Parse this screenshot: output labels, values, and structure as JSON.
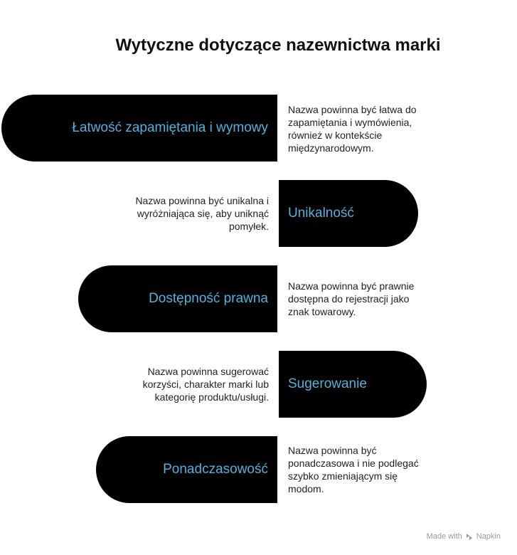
{
  "title": "Wytyczne dotyczące nazewnictwa marki",
  "items": [
    {
      "label": "Łatwość zapamiętania i wymowy",
      "description": "Nazwa powinna być łatwa do zapamiętania i wymówienia, również w kontekście międzynarodowym."
    },
    {
      "label": "Unikalność",
      "description": "Nazwa powinna być unikalna i wyróżniająca się, aby uniknąć pomyłek."
    },
    {
      "label": "Dostępność prawna",
      "description": "Nazwa powinna być prawnie dostępna do rejestracji jako znak towarowy."
    },
    {
      "label": "Sugerowanie",
      "description": "Nazwa powinna sugerować korzyści, charakter marki lub kategorię produktu/usługi."
    },
    {
      "label": "Ponadczasowość",
      "description": "Nazwa powinna być ponadczasowa i nie podlegać szybko zmieniającym się modom."
    }
  ],
  "footer": {
    "made_with": "Made with",
    "brand": "Napkin",
    "icon": "napkin-logo-icon"
  },
  "colors": {
    "pill": "#000000",
    "label": "#4fb3de",
    "text": "#222222",
    "footer": "#9a9a9a"
  }
}
